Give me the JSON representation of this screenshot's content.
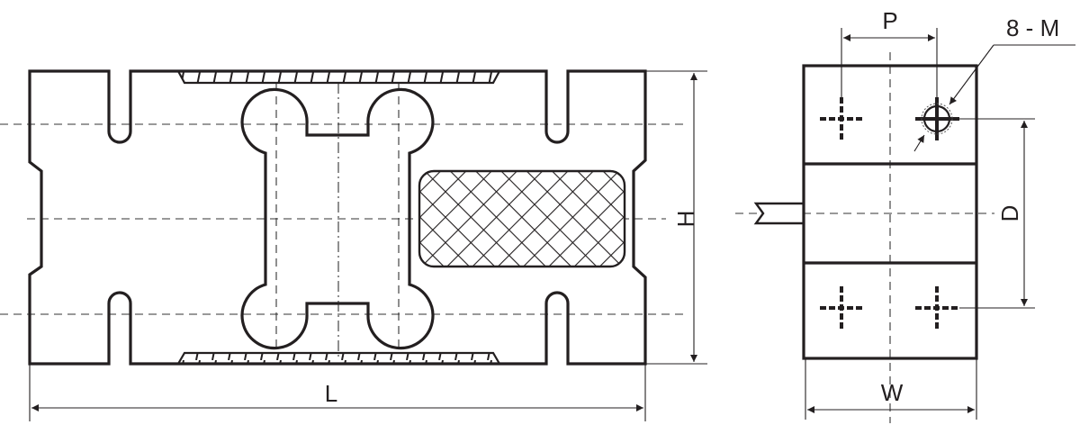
{
  "drawing": {
    "title": "Single point load cell dimension drawing",
    "views": [
      "side-view",
      "front-view"
    ]
  },
  "side_view": {
    "dimensions": {
      "length_label": "L",
      "height_label": "H"
    }
  },
  "front_view": {
    "dimensions": {
      "hole_pitch_label": "P",
      "hole_spacing_label": "D",
      "width_label": "W",
      "thread_callout": "8 - M"
    },
    "mounting_holes": 4
  },
  "colors": {
    "line": "#231f20",
    "background": "#ffffff"
  }
}
